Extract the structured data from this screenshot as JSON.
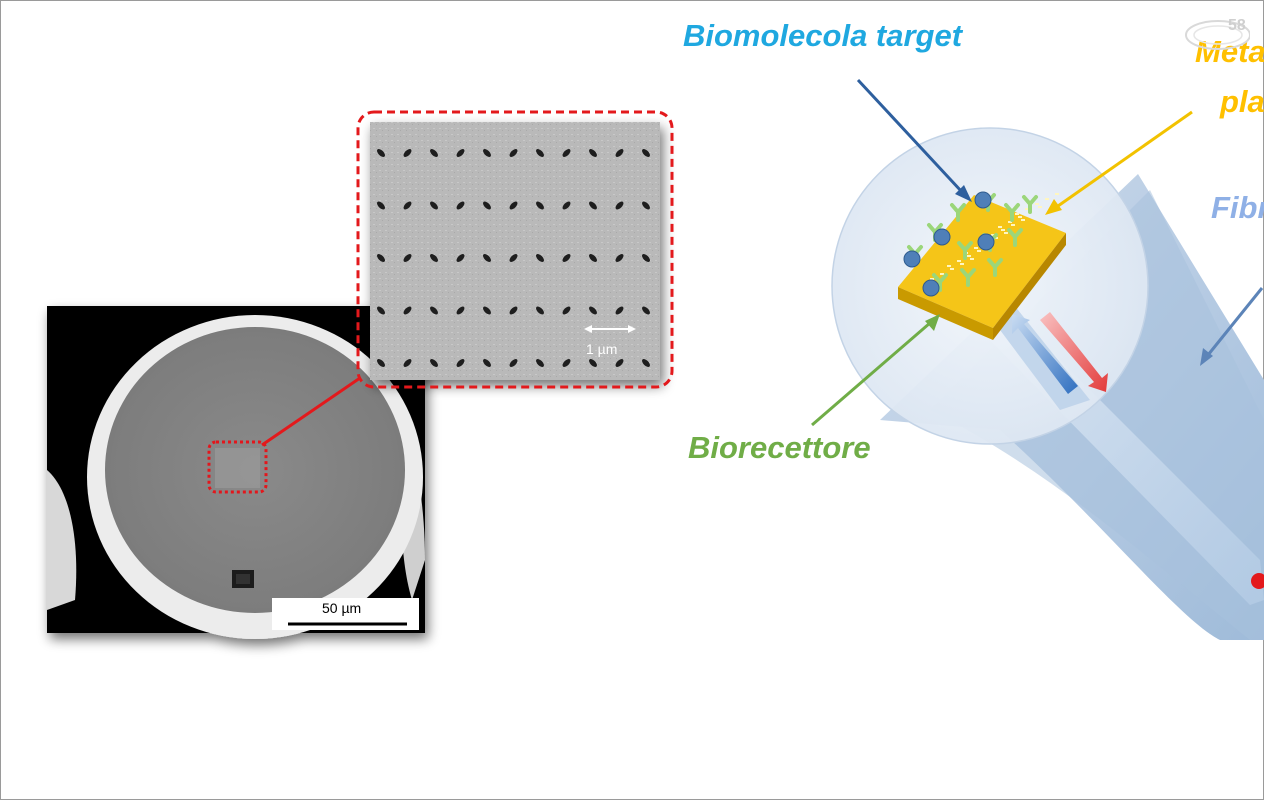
{
  "labels": {
    "biomolecola": "Biomolecola target",
    "metasuperficie_line1": "Meta",
    "metasuperficie_line2": "pla",
    "fibra": "Fibr",
    "biorecettore": "Biorecettore"
  },
  "scalebars": {
    "sem": "50 µm",
    "zoom": "1 µm"
  },
  "logo": {
    "text": "58"
  },
  "colors": {
    "biomolecola": "#1fa8e0",
    "metasuperficie": "#ffc000",
    "fibra": "#8fb0e6",
    "biorecettore": "#70ad47",
    "zoom_border": "#e3191c",
    "gold": "#f5c518"
  }
}
